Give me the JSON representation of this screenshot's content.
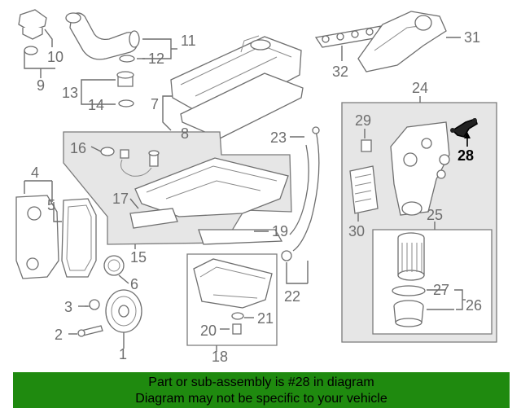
{
  "callouts": {
    "c1": "1",
    "c2": "2",
    "c3": "3",
    "c4": "4",
    "c5": "5",
    "c6": "6",
    "c7": "7",
    "c8": "8",
    "c9": "9",
    "c10": "10",
    "c11": "11",
    "c12": "12",
    "c13": "13",
    "c14": "14",
    "c15": "15",
    "c16": "16",
    "c17": "17",
    "c18": "18",
    "c19": "19",
    "c20": "20",
    "c21": "21",
    "c22": "22",
    "c23": "23",
    "c24": "24",
    "c25": "25",
    "c26": "26",
    "c27": "27",
    "c28": "28",
    "c29": "29",
    "c30": "30",
    "c31": "31",
    "c32": "32"
  },
  "highlighted_part": "28",
  "banner": {
    "line1": "Part or sub-assembly is #28 in diagram",
    "line2": "Diagram may not be specific to your vehicle",
    "color": "#1f8a0f"
  }
}
